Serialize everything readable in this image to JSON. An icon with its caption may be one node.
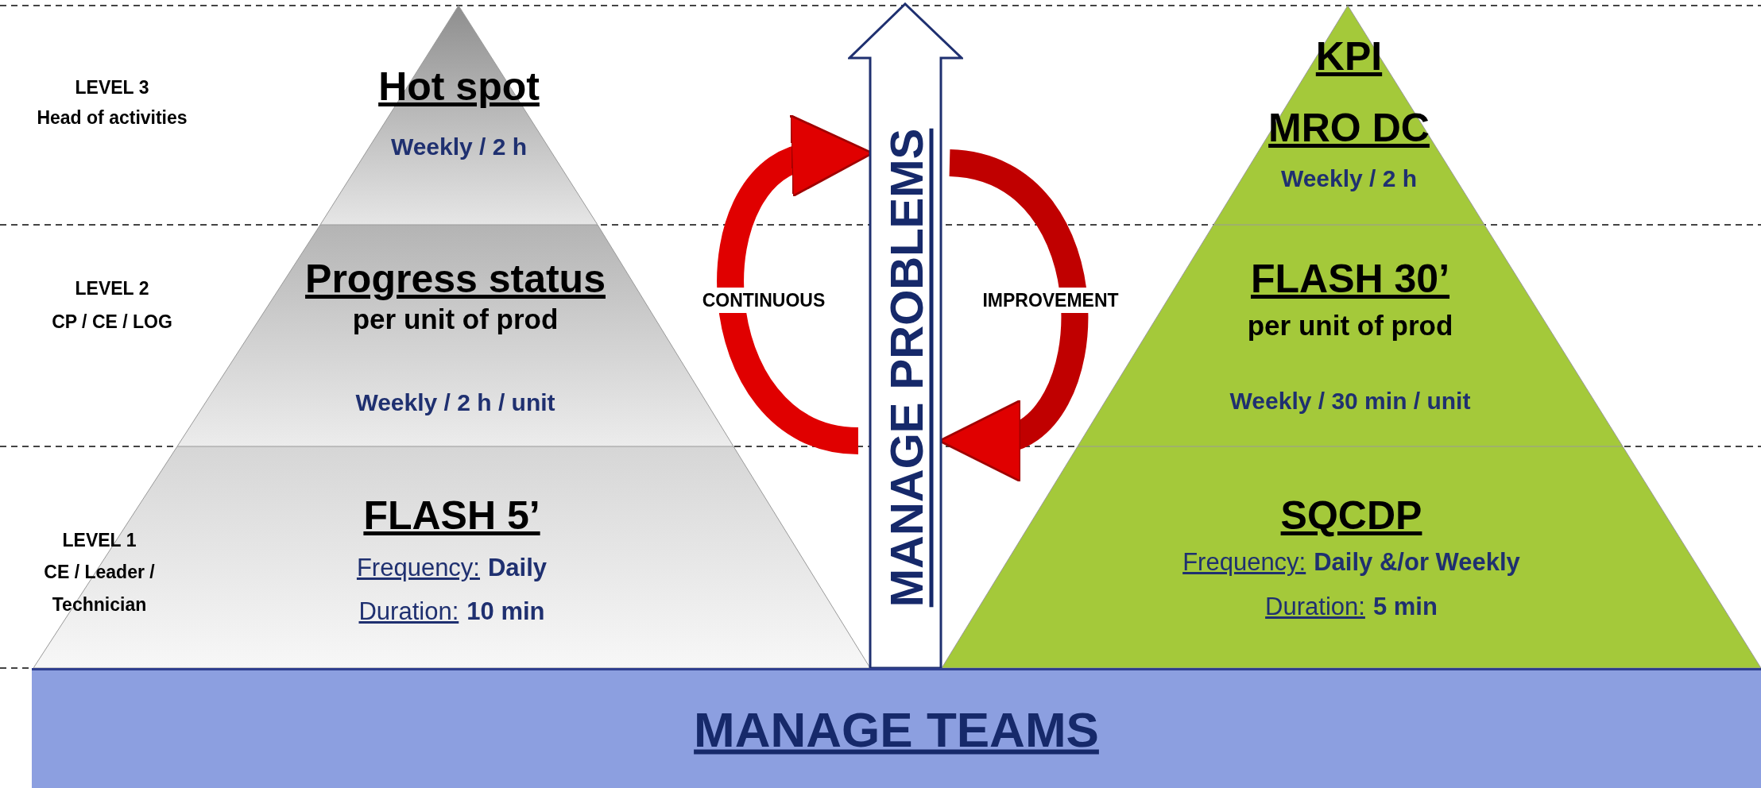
{
  "diagram": {
    "nodes": [
      {
        "text": [
          "Hot spot",
          "Weekly / 2 h"
        ]
      },
      {
        "text": [
          "Progress status",
          "per unit of prod",
          "Weekly / 2 h / unit"
        ]
      },
      {
        "text": [
          "FLASH 5’",
          "Frequency:",
          "Daily",
          "Duration:",
          "10 min"
        ]
      },
      {
        "text": [
          "KPI",
          "MRO DC",
          "Weekly / 2 h"
        ]
      },
      {
        "text": [
          "FLASH 30’",
          "per unit of prod",
          "Weekly / 30 min / unit"
        ]
      },
      {
        "text": [
          "SQCDP",
          "Frequency:",
          "Daily &/or Weekly",
          "Duration:",
          "5 min"
        ]
      },
      {
        "text": [
          "MANAGE PROBLEMS"
        ]
      },
      {
        "text": [
          "MANAGE TEAMS"
        ]
      }
    ],
    "edges": [],
    "labels": [
      "LEVEL 3",
      "Head of activities",
      "LEVEL 2",
      "CP / CE / LOG",
      "CONTINUOUS",
      "IMPROVEMENT",
      "LEVEL 1",
      "CE / Leader / Technician"
    ]
  }
}
